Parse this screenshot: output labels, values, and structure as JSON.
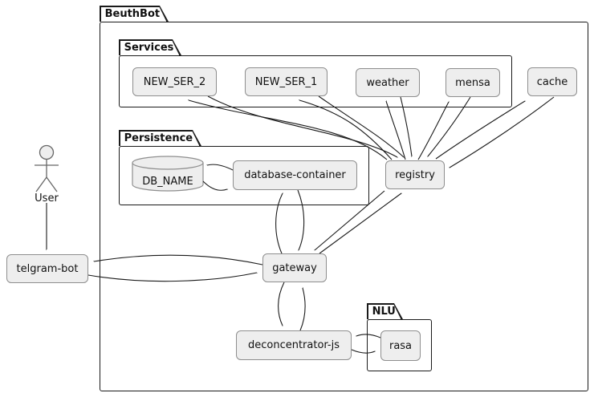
{
  "title": "BeuthBot",
  "packages": {
    "services": "Services",
    "persistence": "Persistence",
    "nlu": "NLU"
  },
  "nodes": {
    "new_ser_2": "NEW_SER_2",
    "new_ser_1": "NEW_SER_1",
    "weather": "weather",
    "mensa": "mensa",
    "cache": "cache",
    "db_name": "DB_NAME",
    "database_container": "database-container",
    "registry": "registry",
    "telegram_bot": "telgram-bot",
    "gateway": "gateway",
    "deconcentrator": "deconcentrator-js",
    "rasa": "rasa",
    "user": "User"
  },
  "edges": [
    {
      "from": "User",
      "to": "telgram-bot"
    },
    {
      "from": "gateway",
      "to": "telgram-bot"
    },
    {
      "from": "telgram-bot",
      "to": "gateway"
    },
    {
      "from": "gateway",
      "to": "database-container"
    },
    {
      "from": "database-container",
      "to": "gateway"
    },
    {
      "from": "gateway",
      "to": "registry"
    },
    {
      "from": "registry",
      "to": "gateway"
    },
    {
      "from": "gateway",
      "to": "deconcentrator-js"
    },
    {
      "from": "deconcentrator-js",
      "to": "gateway"
    },
    {
      "from": "deconcentrator-js",
      "to": "rasa"
    },
    {
      "from": "rasa",
      "to": "deconcentrator-js"
    },
    {
      "from": "database-container",
      "to": "DB_NAME"
    },
    {
      "from": "DB_NAME",
      "to": "database-container"
    },
    {
      "from": "registry",
      "to": "NEW_SER_2"
    },
    {
      "from": "NEW_SER_2",
      "to": "registry"
    },
    {
      "from": "registry",
      "to": "NEW_SER_1"
    },
    {
      "from": "NEW_SER_1",
      "to": "registry"
    },
    {
      "from": "registry",
      "to": "weather"
    },
    {
      "from": "weather",
      "to": "registry"
    },
    {
      "from": "registry",
      "to": "mensa"
    },
    {
      "from": "mensa",
      "to": "registry"
    },
    {
      "from": "registry",
      "to": "cache"
    },
    {
      "from": "cache",
      "to": "registry"
    }
  ],
  "colors": {
    "node_fill": "#eeeeee",
    "node_border": "#8e8e8e",
    "pkg_border": "#1a1a1a",
    "edge": "#1a1a1a",
    "bg": "#ffffff"
  }
}
